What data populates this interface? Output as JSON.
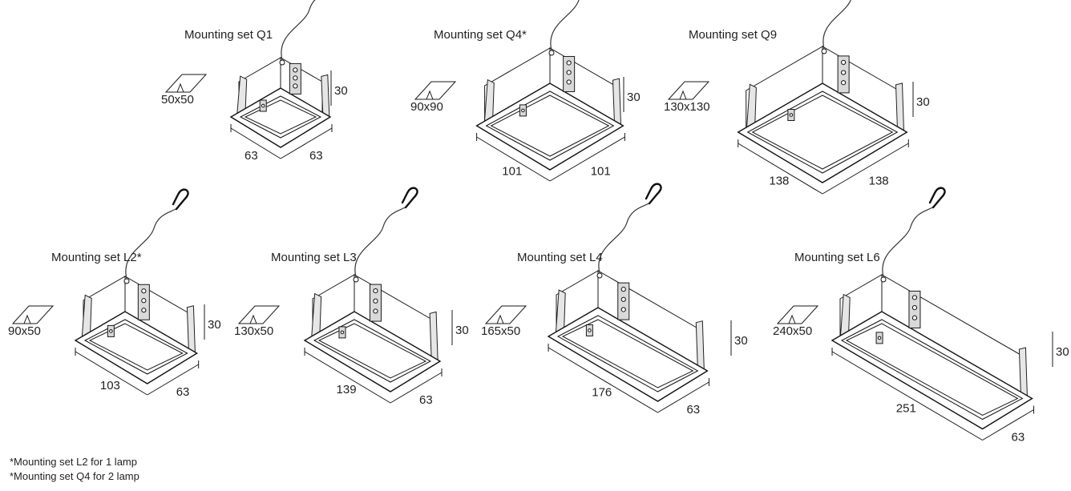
{
  "sets": [
    {
      "id": "q1",
      "title": "Mounting set Q1",
      "cutout": "50x50",
      "length": "63",
      "width": "63",
      "height": "30"
    },
    {
      "id": "q4",
      "title": "Mounting set Q4*",
      "cutout": "90x90",
      "length": "101",
      "width": "101",
      "height": "30"
    },
    {
      "id": "q9",
      "title": "Mounting set Q9",
      "cutout": "130x130",
      "length": "138",
      "width": "138",
      "height": "30"
    },
    {
      "id": "l2",
      "title": "Mounting set L2*",
      "cutout": "90x50",
      "length": "103",
      "width": "63",
      "height": "30"
    },
    {
      "id": "l3",
      "title": "Mounting set L3",
      "cutout": "130x50",
      "length": "139",
      "width": "63",
      "height": "30"
    },
    {
      "id": "l4",
      "title": "Mounting set L4",
      "cutout": "165x50",
      "length": "176",
      "width": "63",
      "height": "30"
    },
    {
      "id": "l6",
      "title": "Mounting set L6",
      "cutout": "240x50",
      "length": "251",
      "width": "63",
      "height": "30"
    }
  ],
  "footnotes": [
    "*Mounting set L2 for 1 lamp",
    "*Mounting set Q4 for 2 lamp"
  ]
}
